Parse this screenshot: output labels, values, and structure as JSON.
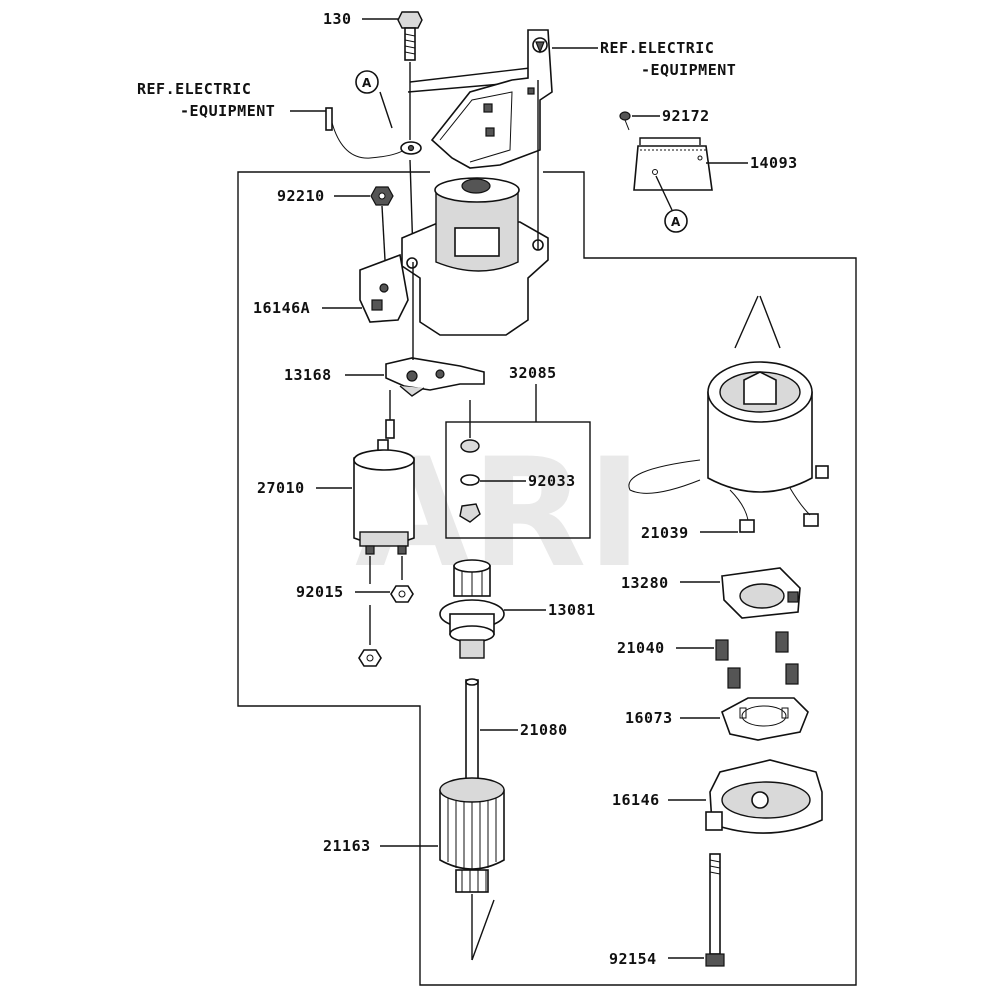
{
  "watermark": "ARI",
  "callouts": {
    "p130": "130",
    "ref_left_1": "REF.ELECTRIC",
    "ref_left_2": "-EQUIPMENT",
    "ref_right_1": "REF.ELECTRIC",
    "ref_right_2": "-EQUIPMENT",
    "p92172": "92172",
    "p14093": "14093",
    "p92210": "92210",
    "p16146A": "16146A",
    "p13168": "13168",
    "p32085": "32085",
    "p27010": "27010",
    "p92033": "92033",
    "p21039": "21039",
    "p13280": "13280",
    "p92015": "92015",
    "p13081": "13081",
    "p21040": "21040",
    "p16073": "16073",
    "p21080": "21080",
    "p16146": "16146",
    "p21163": "21163",
    "p92154": "92154"
  },
  "ref_markers": {
    "a_top": "A",
    "a_right": "A"
  }
}
